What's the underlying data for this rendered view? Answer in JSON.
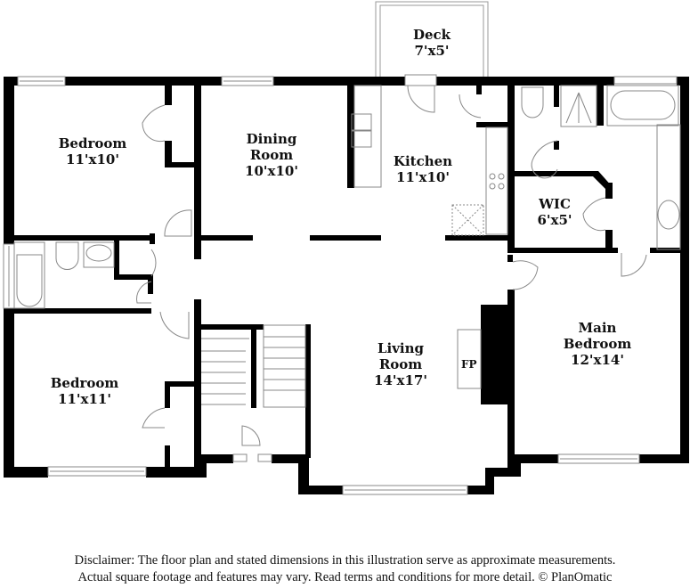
{
  "floor_plan": {
    "rooms": [
      {
        "id": "deck",
        "name": "Deck",
        "dims": "7'x5'"
      },
      {
        "id": "bedroom-top-left",
        "name": "Bedroom",
        "dims": "11'x10'"
      },
      {
        "id": "dining-room",
        "name_line1": "Dining",
        "name_line2": "Room",
        "dims": "10'x10'"
      },
      {
        "id": "kitchen",
        "name": "Kitchen",
        "dims": "11'x10'"
      },
      {
        "id": "wic",
        "name": "WIC",
        "dims": "6'x5'"
      },
      {
        "id": "living-room",
        "name_line1": "Living",
        "name_line2": "Room",
        "dims": "14'x17'"
      },
      {
        "id": "main-bedroom",
        "name_line1": "Main",
        "name_line2": "Bedroom",
        "dims": "12'x14'"
      },
      {
        "id": "bedroom-bottom-left",
        "name": "Bedroom",
        "dims": "11'x11'"
      }
    ],
    "fireplace_label": "FP"
  },
  "colors": {
    "wall": "#000000",
    "fixture_line": "#888888",
    "background": "#ffffff"
  },
  "disclaimer": {
    "line1": "Disclaimer: The floor plan and stated dimensions in this illustration serve as approximate measurements.",
    "line2": "Actual square footage and features may vary. Read terms and conditions for more detail. © PlanOmatic"
  }
}
